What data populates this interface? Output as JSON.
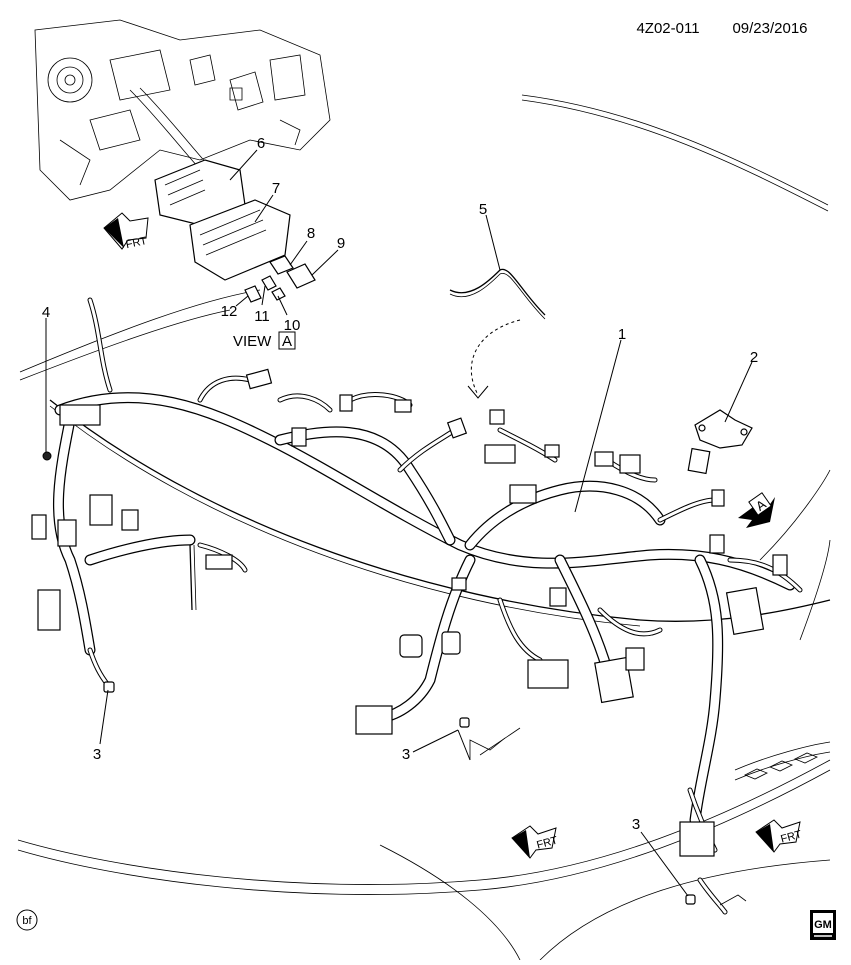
{
  "header": {
    "code": "4Z02-011",
    "date": "09/23/2016"
  },
  "view_label": {
    "text": "VIEW",
    "letter": "A"
  },
  "view_arrow_letter": "A",
  "frt_label": "FRT",
  "callouts": [
    "1",
    "2",
    "3",
    "3",
    "3",
    "4",
    "5",
    "6",
    "7",
    "8",
    "9",
    "10",
    "11",
    "12"
  ],
  "footer": {
    "bf_badge": "bf",
    "logo_text": "GM"
  }
}
